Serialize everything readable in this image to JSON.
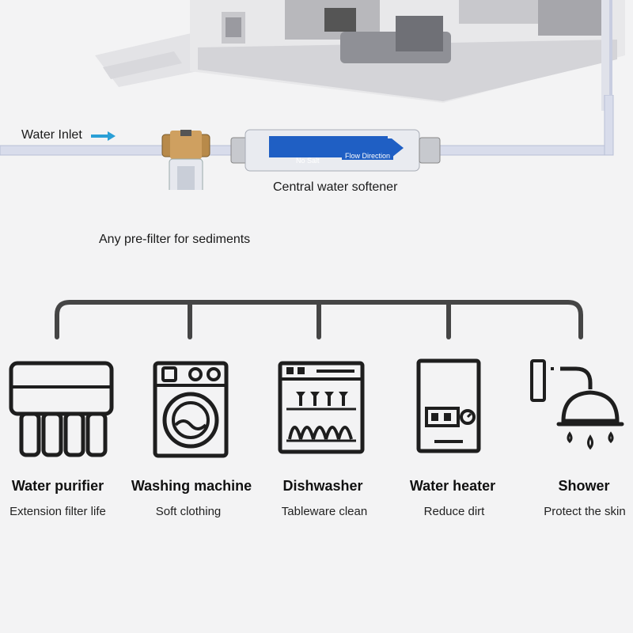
{
  "labels": {
    "water_inlet": "Water Inlet",
    "softener": "Central water softener",
    "prefilter": "Any pre-filter for sediments",
    "softener_print_1": "No Salt",
    "softener_print_2": "Flow Direction"
  },
  "appliances": [
    {
      "title": "Water purifier",
      "subtitle": "Extension filter life",
      "icon": "water-purifier-icon"
    },
    {
      "title": "Washing machine",
      "subtitle": "Soft clothing",
      "icon": "washing-machine-icon"
    },
    {
      "title": "Dishwasher",
      "subtitle": "Tableware clean",
      "icon": "dishwasher-icon"
    },
    {
      "title": "Water heater",
      "subtitle": "Reduce dirt",
      "icon": "water-heater-icon"
    },
    {
      "title": "Shower",
      "subtitle": "Protect the skin",
      "icon": "shower-icon"
    }
  ],
  "colors": {
    "pipe": "#cfd6e6",
    "arrow": "#2a9fd6",
    "icon_stroke": "#1e1e1e",
    "softener_label": "#1f5fc4"
  }
}
